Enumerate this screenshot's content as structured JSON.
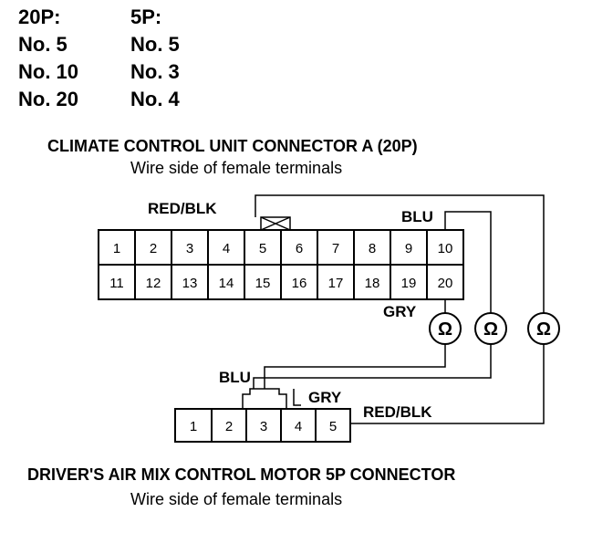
{
  "pin_table": {
    "col1_header": "20P:",
    "col2_header": "5P:",
    "rows": [
      [
        "No. 5",
        "No. 5"
      ],
      [
        "No. 10",
        "No. 3"
      ],
      [
        "No. 20",
        "No. 4"
      ]
    ]
  },
  "connector_a": {
    "title": "CLIMATE CONTROL UNIT CONNECTOR A (20P)",
    "subtitle": "Wire side of female terminals",
    "top_row": [
      "1",
      "2",
      "3",
      "4",
      "5",
      "6",
      "7",
      "8",
      "9",
      "10"
    ],
    "bottom_row": [
      "11",
      "12",
      "13",
      "14",
      "15",
      "16",
      "17",
      "18",
      "19",
      "20"
    ]
  },
  "connector_b": {
    "title": "DRIVER'S AIR MIX CONTROL MOTOR 5P CONNECTOR",
    "subtitle": "Wire side of female terminals",
    "terminals": [
      "1",
      "2",
      "3",
      "4",
      "5"
    ]
  },
  "wire_labels": {
    "red_blk_top": "RED/BLK",
    "blu_top": "BLU",
    "gry_top": "GRY",
    "blu_bottom": "BLU",
    "gry_bottom": "GRY",
    "red_blk_bottom": "RED/BLK"
  },
  "ohmmeter_symbol": "Ω"
}
